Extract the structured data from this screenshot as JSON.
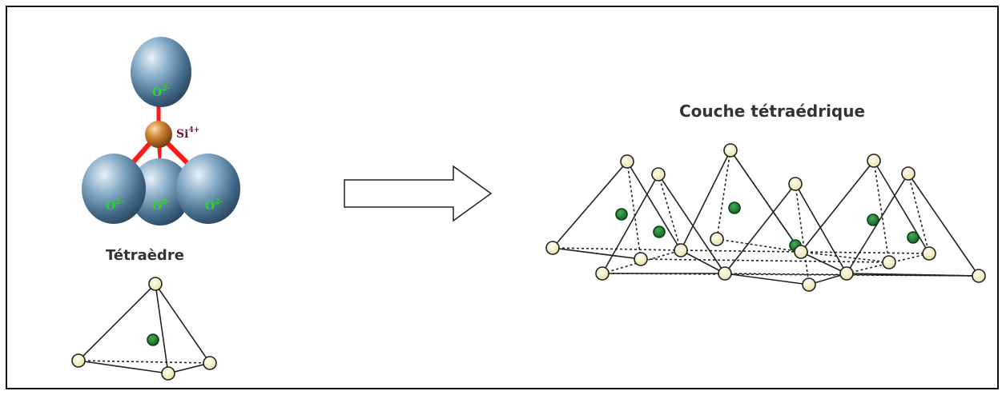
{
  "left": {
    "top_oxygen": {
      "label": "O",
      "charge": "2-"
    },
    "silicon": {
      "label": "Si",
      "charge": "4+"
    },
    "bottom_oxygens": [
      {
        "label": "O",
        "charge": "2-"
      },
      {
        "label": "O",
        "charge": "2-"
      },
      {
        "label": "O",
        "charge": "2-"
      }
    ],
    "tetra_title": "Tétraèdre"
  },
  "right": {
    "title": "Couche  tétraédrique"
  },
  "colors": {
    "oxygen_text": "#22dd22",
    "silicon_text": "#7a1530",
    "bond": "#ff1a1a",
    "vertex": "#f3eec0",
    "center": "#1f7a2e"
  },
  "icons": [
    "arrow-right-icon"
  ]
}
